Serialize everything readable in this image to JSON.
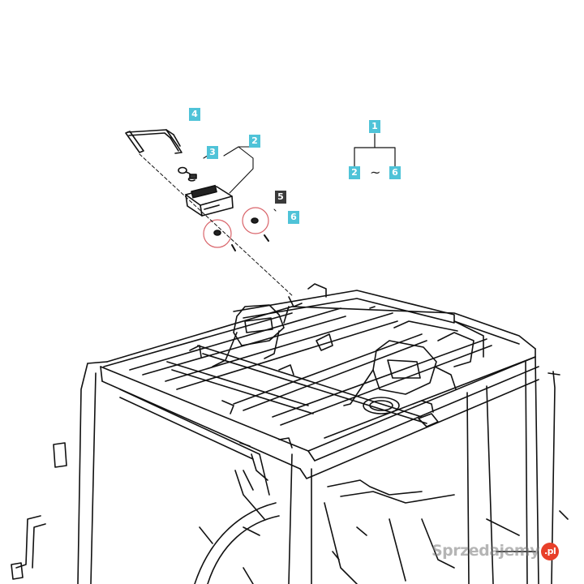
{
  "callouts": {
    "c1": "1",
    "c2_top": "2",
    "c3": "3",
    "c4": "4",
    "c5": "5",
    "c6": "6",
    "legend_from": "2",
    "legend_to": "6"
  },
  "legend": {
    "range_sep": "~"
  },
  "watermark": {
    "text": "Sprzedajemy",
    "badge": ".pl"
  },
  "colors": {
    "callout": "#4fc3d8",
    "callout_dark": "#3a3a3a",
    "circle": "#d9646a",
    "line": "#111111"
  }
}
